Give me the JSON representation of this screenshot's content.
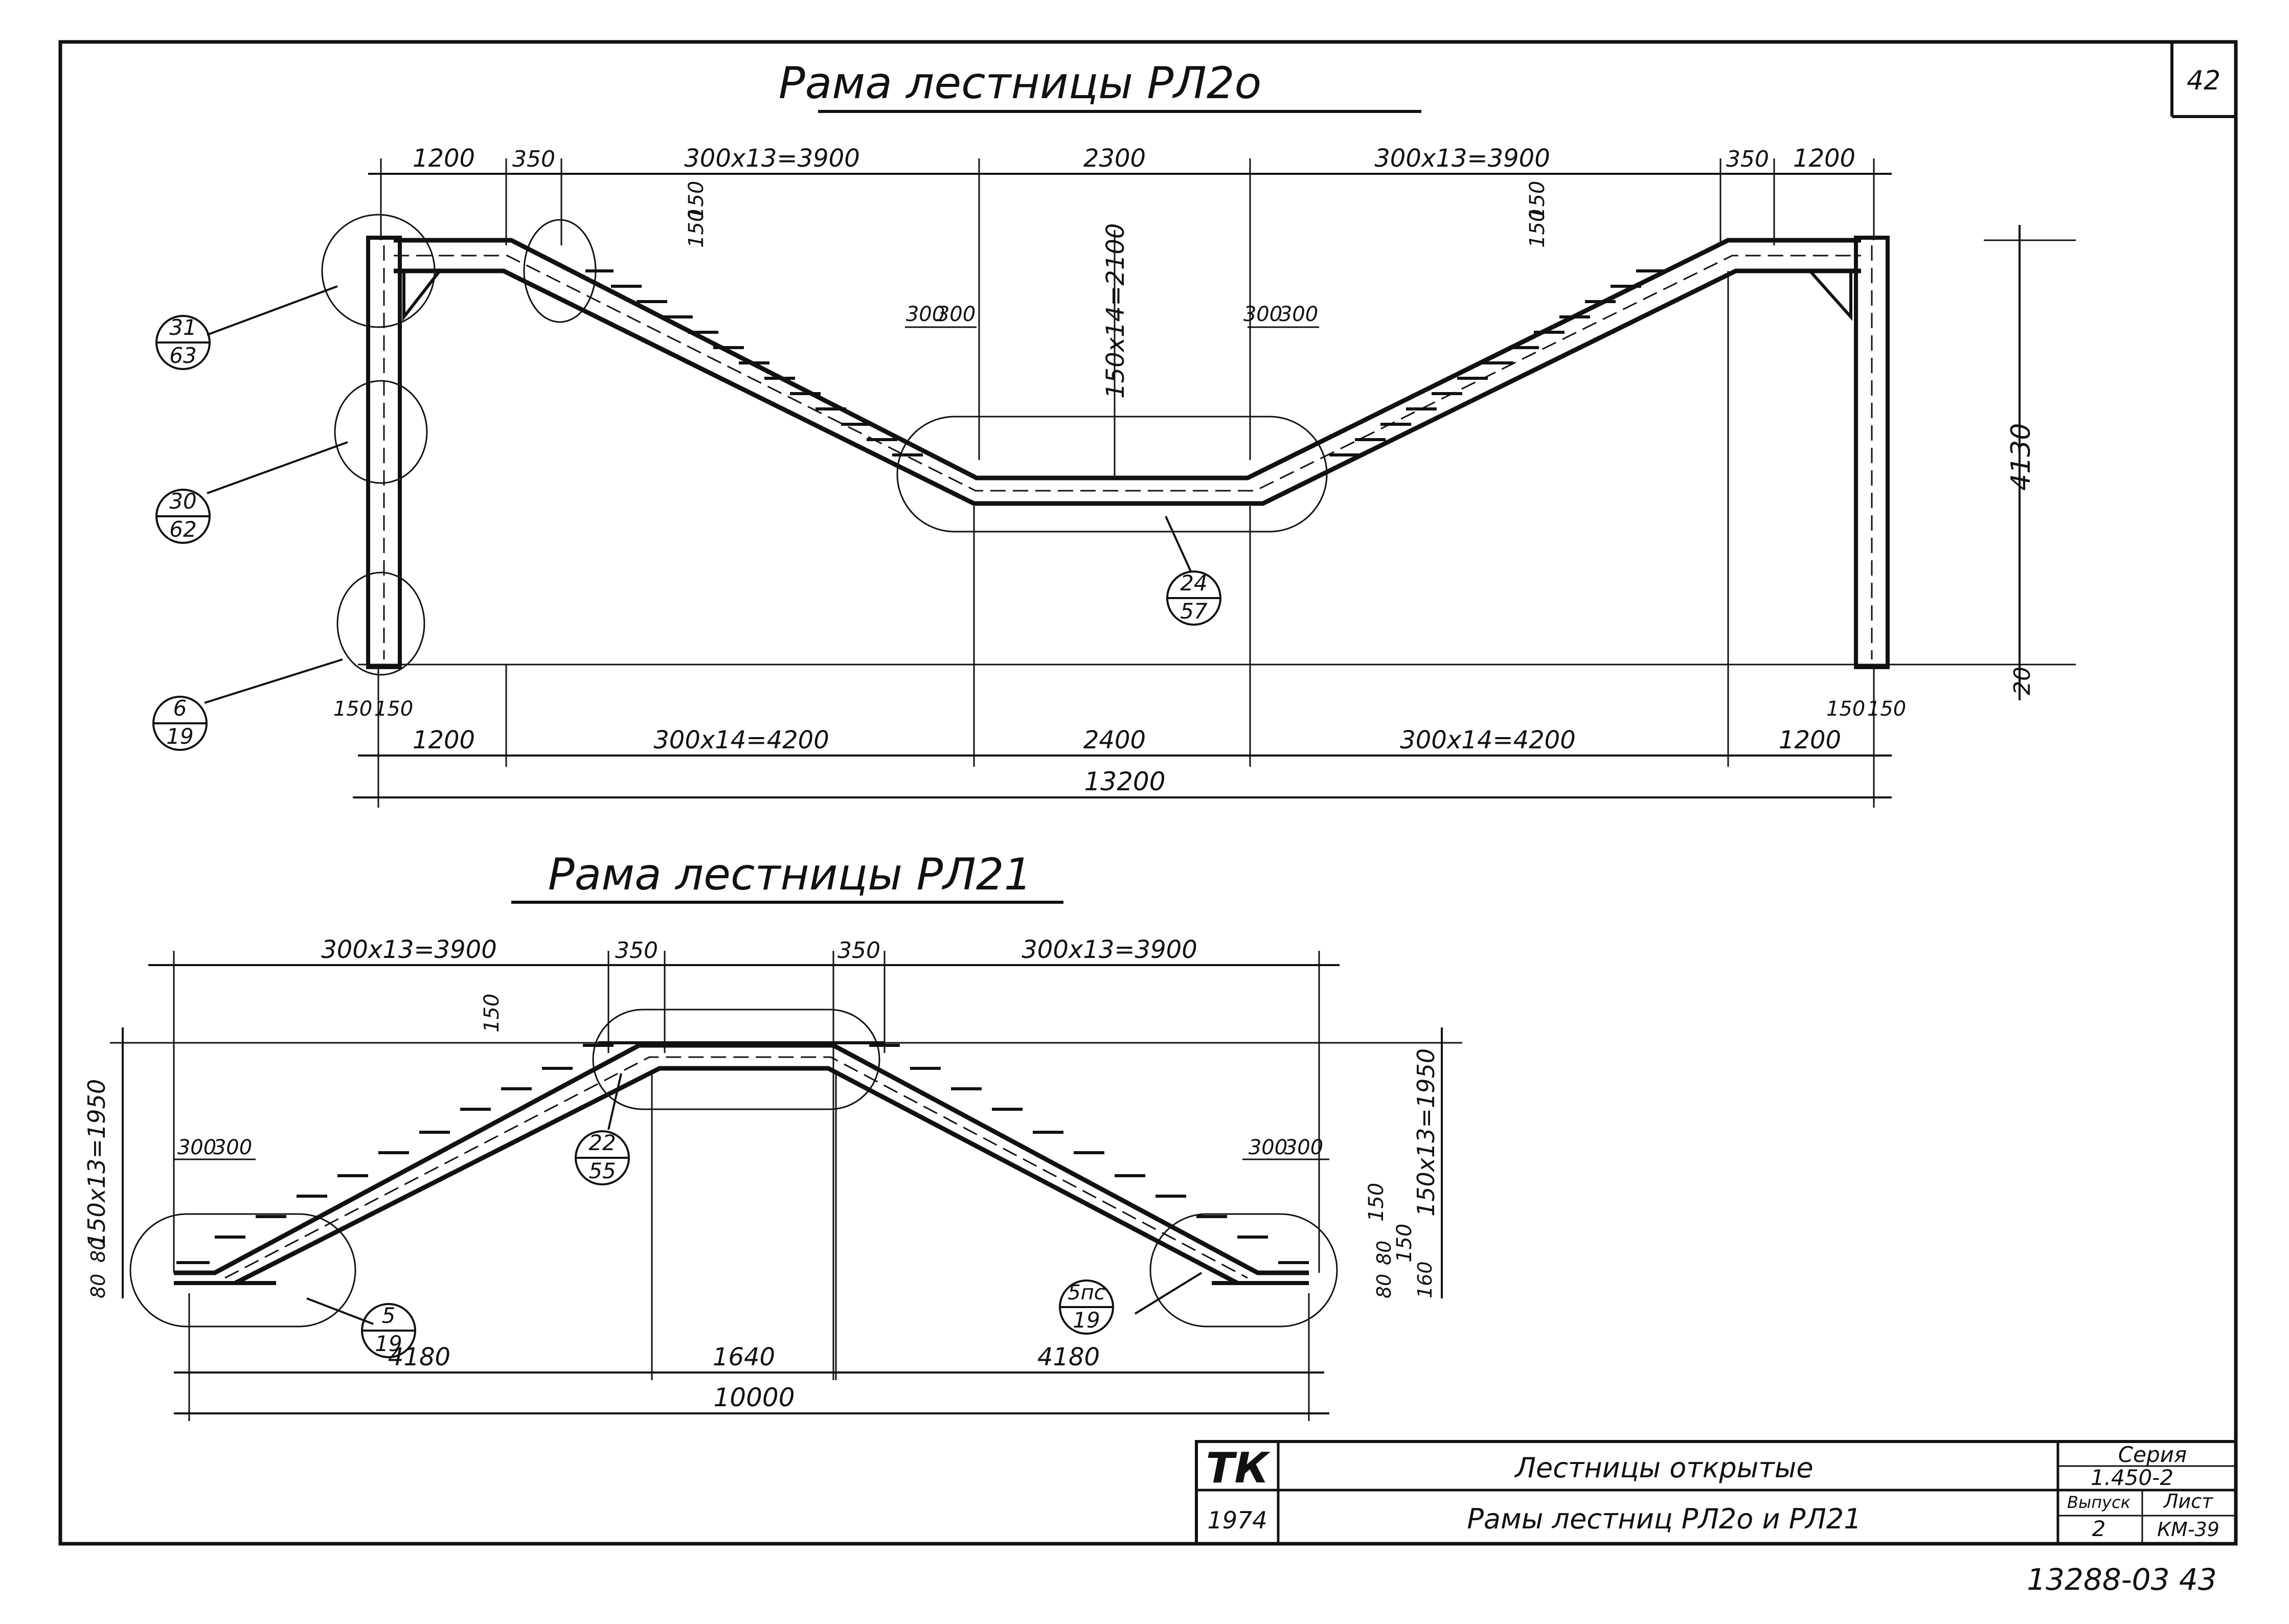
{
  "sheet_number": "42",
  "frame_rl20": {
    "title": "Рама лестницы РЛ2о",
    "top_dims": [
      "1200",
      "350",
      "300x13=3900",
      "2300",
      "300x13=3900",
      "350",
      "1200"
    ],
    "bottom_dims": [
      "1200",
      "300x14=4200",
      "2400",
      "300x14=4200",
      "1200"
    ],
    "total": "13200",
    "height": "4130",
    "base_offset": "20",
    "flight_rise": "150x14=2100",
    "step_labels": [
      "300",
      "300",
      "300",
      "300"
    ],
    "riser_labels": [
      "150",
      "150",
      "150",
      "150"
    ],
    "column_base_labels": [
      "150",
      "150",
      "150",
      "150"
    ],
    "callouts": [
      {
        "top": "31",
        "bottom": "63"
      },
      {
        "top": "30",
        "bottom": "62"
      },
      {
        "top": "6",
        "bottom": "19"
      },
      {
        "top": "24",
        "bottom": "57"
      }
    ]
  },
  "frame_rl21": {
    "title": "Рама лестницы РЛ21",
    "top_dims": [
      "300x13=3900",
      "350",
      "350",
      "300x13=3900"
    ],
    "bottom_dims": [
      "4180",
      "1640",
      "4180"
    ],
    "total": "10000",
    "left_height": "150x13=1950",
    "right_height": "150x13=1950",
    "step_labels": [
      "300",
      "300",
      "300",
      "300"
    ],
    "riser_labels": [
      "150",
      "150",
      "150"
    ],
    "small_labels": [
      "80",
      "80",
      "80",
      "80",
      "160"
    ],
    "callouts": [
      {
        "top": "22",
        "bottom": "55"
      },
      {
        "top": "5",
        "bottom": "19"
      },
      {
        "top": "5пс",
        "bottom": "19"
      }
    ]
  },
  "title_block": {
    "logo": "ТК",
    "year": "1974",
    "name": "Лестницы открытые",
    "subtitle": "Рамы лестниц РЛ2о и РЛ21",
    "series_label": "Серия",
    "series_value": "1.450-2",
    "issue_label": "Выпуск",
    "issue_value": "2",
    "sheet_label": "Лист",
    "sheet_value": "КМ-39"
  },
  "archive_number": "13288-03 43"
}
